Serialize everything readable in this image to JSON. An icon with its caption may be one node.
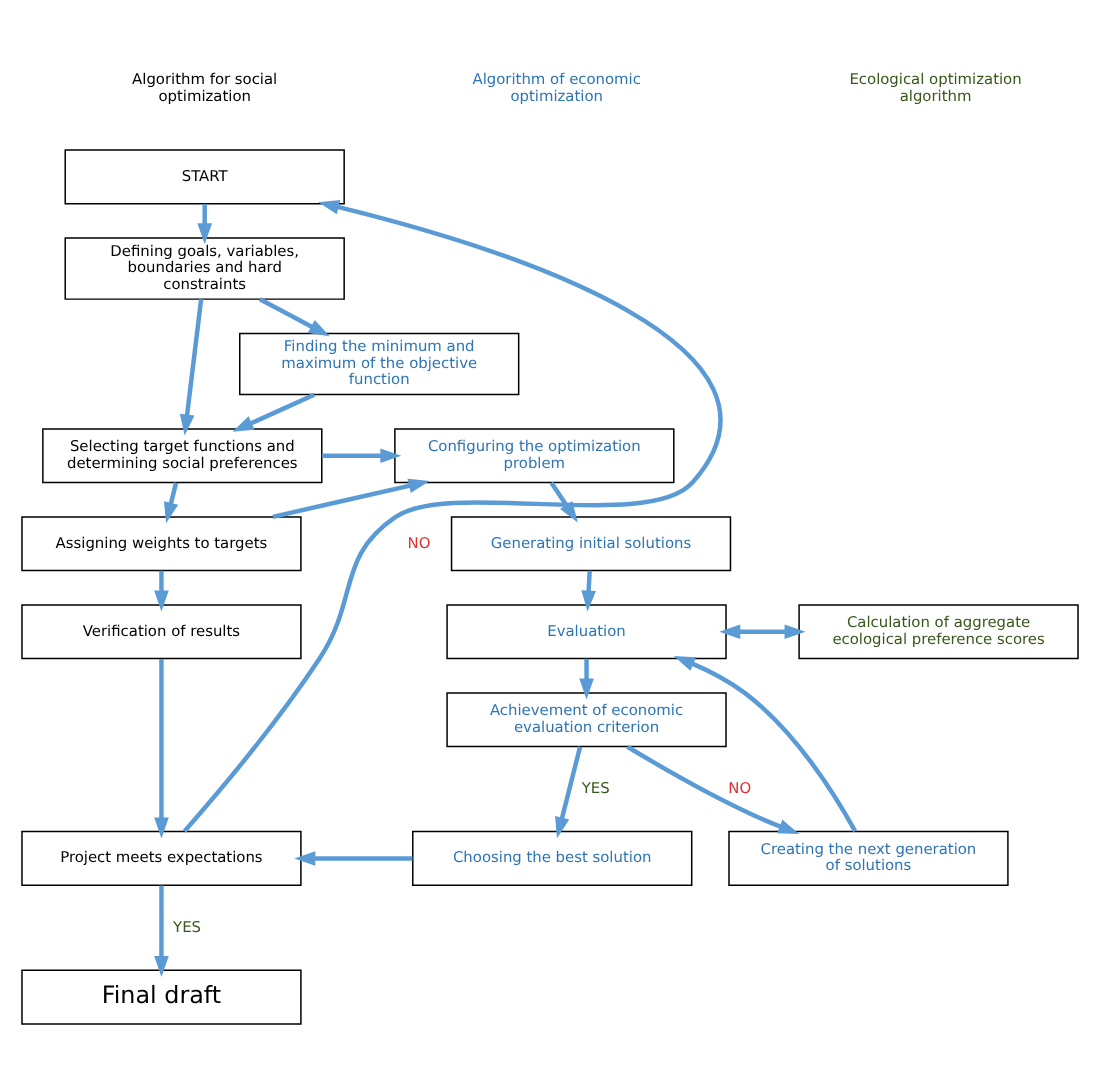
{
  "diagram": {
    "nodes": [
      {
        "text": [
          "START"
        ]
      },
      {
        "text": [
          "Defining goals, variables, boundaries and hard constraints"
        ]
      },
      {
        "text": [
          "Selecting target functions and determining social preferences"
        ]
      },
      {
        "text": [
          "Assigning weights to targets"
        ]
      },
      {
        "text": [
          "Verification of results"
        ]
      },
      {
        "text": [
          "Project meets expectations"
        ]
      },
      {
        "text": [
          "Final draft"
        ]
      },
      {
        "text": [
          "Finding the minimum and maximum of the objective function"
        ]
      },
      {
        "text": [
          "Configuring the optimization problem"
        ]
      },
      {
        "text": [
          "Generating initial solutions"
        ]
      },
      {
        "text": [
          "Evaluation"
        ]
      },
      {
        "text": [
          "Achievement of economic evaluation criterion"
        ]
      },
      {
        "text": [
          "Creating the next generation of solutions"
        ]
      },
      {
        "text": [
          "Choosing the best solution"
        ]
      },
      {
        "text": [
          "Calculation of aggregate ecological preference scores"
        ]
      }
    ],
    "edges": [
      {
        "from": 0,
        "to": 1,
        "arrow": "to"
      },
      {
        "from": 1,
        "to": 7,
        "arrow": "to"
      },
      {
        "from": 7,
        "to": 2,
        "arrow": "to"
      },
      {
        "from": 1,
        "to": 2,
        "arrow": "to"
      },
      {
        "from": 2,
        "to": 8,
        "arrow": "to"
      },
      {
        "from": 2,
        "to": 3,
        "arrow": "to"
      },
      {
        "from": 3,
        "to": 8,
        "arrow": "to"
      },
      {
        "from": 3,
        "to": 4,
        "arrow": "to"
      },
      {
        "from": 4,
        "to": 5,
        "arrow": "to"
      },
      {
        "from": 5,
        "to": 0,
        "label": "NO",
        "arrow": "to"
      },
      {
        "from": 5,
        "to": 6,
        "label": "YES",
        "arrow": "to"
      },
      {
        "from": 8,
        "to": 9,
        "arrow": "to"
      },
      {
        "from": 9,
        "to": 10,
        "arrow": "to"
      },
      {
        "from": 10,
        "to": 14,
        "arrow": "both"
      },
      {
        "from": 10,
        "to": 11,
        "arrow": "to"
      },
      {
        "from": 11,
        "to": 12,
        "label": "NO",
        "arrow": "to"
      },
      {
        "from": 11,
        "to": 13,
        "label": "YES",
        "arrow": "to"
      },
      {
        "from": 12,
        "to": 10,
        "arrow": "to"
      },
      {
        "from": 13,
        "to": 5,
        "arrow": "to"
      }
    ],
    "labels": [
      "Algorithm for social optimization",
      "Algorithm of economic optimization",
      "Ecological optimization algorithm"
    ]
  }
}
